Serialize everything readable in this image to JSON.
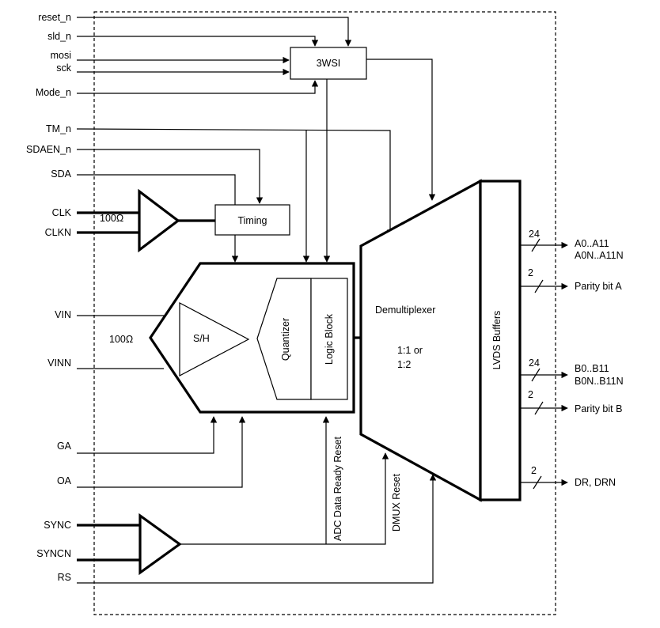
{
  "inputs": {
    "reset_n": "reset_n",
    "sld_n": "sld_n",
    "mosi": "mosi",
    "sck": "sck",
    "mode_n": "Mode_n",
    "tm_n": "TM_n",
    "sdaen_n": "SDAEN_n",
    "sda": "SDA",
    "clk": "CLK",
    "clkn": "CLKN",
    "vin": "VIN",
    "vinn": "VINN",
    "ga": "GA",
    "oa": "OA",
    "sync": "SYNC",
    "syncn": "SYNCN",
    "rs": "RS"
  },
  "blocks": {
    "wsi": "3WSI",
    "timing": "Timing",
    "sh": "S/H",
    "quantizer": "Quantizer",
    "logic_block": "Logic Block",
    "demux": "Demultiplexer",
    "demux_ratio_1": "1:1 or",
    "demux_ratio_2": "1:2",
    "lvds": "LVDS Buffers"
  },
  "resistors": {
    "clk_term": "100Ω",
    "vin_term": "100Ω"
  },
  "signals": {
    "adc_reset": "ADC Data Ready Reset",
    "dmux_reset": "DMUX Reset"
  },
  "outputs": {
    "a_data_1": "A0..A11",
    "a_data_2": "A0N..A11N",
    "a_width": "24",
    "parity_a": "Parity bit A",
    "parity_a_width": "2",
    "b_data_1": "B0..B11",
    "b_data_2": "B0N..B11N",
    "b_width": "24",
    "parity_b": "Parity bit B",
    "parity_b_width": "2",
    "dr": "DR, DRN",
    "dr_width": "2"
  }
}
